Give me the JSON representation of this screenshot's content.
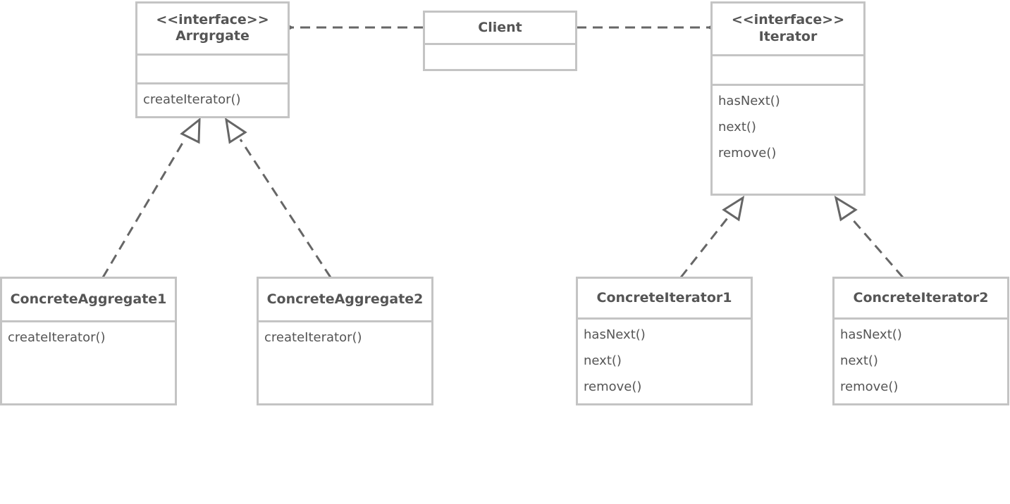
{
  "diagram": {
    "classes": {
      "aggregate": {
        "stereotype": "<<interface>>",
        "name": "Arrgrgate",
        "operations": [
          "createIterator()"
        ]
      },
      "client": {
        "name": "Client"
      },
      "iterator": {
        "stereotype": "<<interface>>",
        "name": "Iterator",
        "operations": [
          "hasNext()",
          "next()",
          "remove()"
        ]
      },
      "concrete_aggregate_1": {
        "name": "ConcreteAggregate1",
        "operations": [
          "createIterator()"
        ]
      },
      "concrete_aggregate_2": {
        "name": "ConcreteAggregate2",
        "operations": [
          "createIterator()"
        ]
      },
      "concrete_iterator_1": {
        "name": "ConcreteIterator1",
        "operations": [
          "hasNext()",
          "next()",
          "remove()"
        ]
      },
      "concrete_iterator_2": {
        "name": "ConcreteIterator2",
        "operations": [
          "hasNext()",
          "next()",
          "remove()"
        ]
      }
    },
    "colors": {
      "box_border": "#c4c4c4",
      "text": "#555555",
      "connector": "#666666"
    }
  }
}
